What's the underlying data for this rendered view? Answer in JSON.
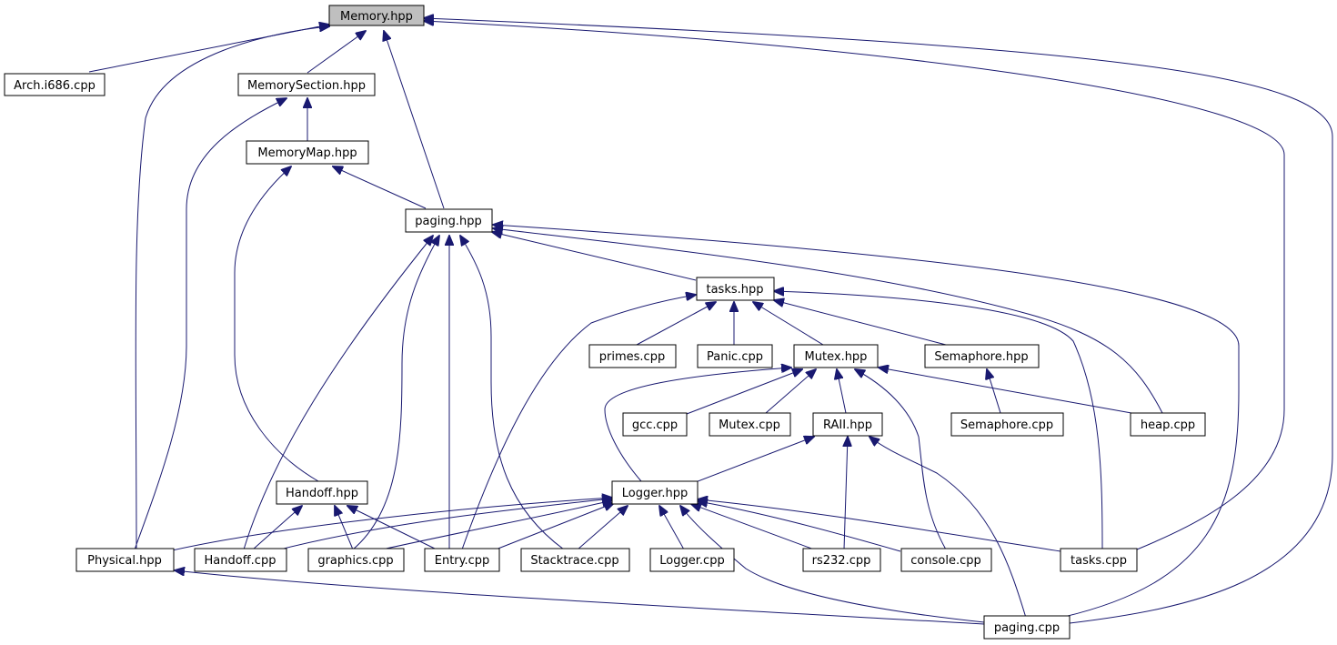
{
  "diagram": {
    "nodes": {
      "memory_hpp": {
        "label": "Memory.hpp",
        "highlight": true
      },
      "arch_cpp": {
        "label": "Arch.i686.cpp"
      },
      "memorysection_hpp": {
        "label": "MemorySection.hpp"
      },
      "memorymap_hpp": {
        "label": "MemoryMap.hpp"
      },
      "paging_hpp": {
        "label": "paging.hpp"
      },
      "tasks_hpp": {
        "label": "tasks.hpp"
      },
      "primes_cpp": {
        "label": "primes.cpp"
      },
      "panic_cpp": {
        "label": "Panic.cpp"
      },
      "mutex_hpp": {
        "label": "Mutex.hpp"
      },
      "semaphore_hpp": {
        "label": "Semaphore.hpp"
      },
      "gcc_cpp": {
        "label": "gcc.cpp"
      },
      "mutex_cpp": {
        "label": "Mutex.cpp"
      },
      "raii_hpp": {
        "label": "RAII.hpp"
      },
      "semaphore_cpp": {
        "label": "Semaphore.cpp"
      },
      "heap_cpp": {
        "label": "heap.cpp"
      },
      "handoff_hpp": {
        "label": "Handoff.hpp"
      },
      "logger_hpp": {
        "label": "Logger.hpp"
      },
      "physical_hpp": {
        "label": "Physical.hpp"
      },
      "handoff_cpp": {
        "label": "Handoff.cpp"
      },
      "graphics_cpp": {
        "label": "graphics.cpp"
      },
      "entry_cpp": {
        "label": "Entry.cpp"
      },
      "stacktrace_cpp": {
        "label": "Stacktrace.cpp"
      },
      "logger_cpp": {
        "label": "Logger.cpp"
      },
      "rs232_cpp": {
        "label": "rs232.cpp"
      },
      "console_cpp": {
        "label": "console.cpp"
      },
      "tasks_cpp": {
        "label": "tasks.cpp"
      },
      "paging_cpp": {
        "label": "paging.cpp"
      }
    },
    "edge_color": "#191970",
    "highlight_fill": "#bfbfbf"
  }
}
